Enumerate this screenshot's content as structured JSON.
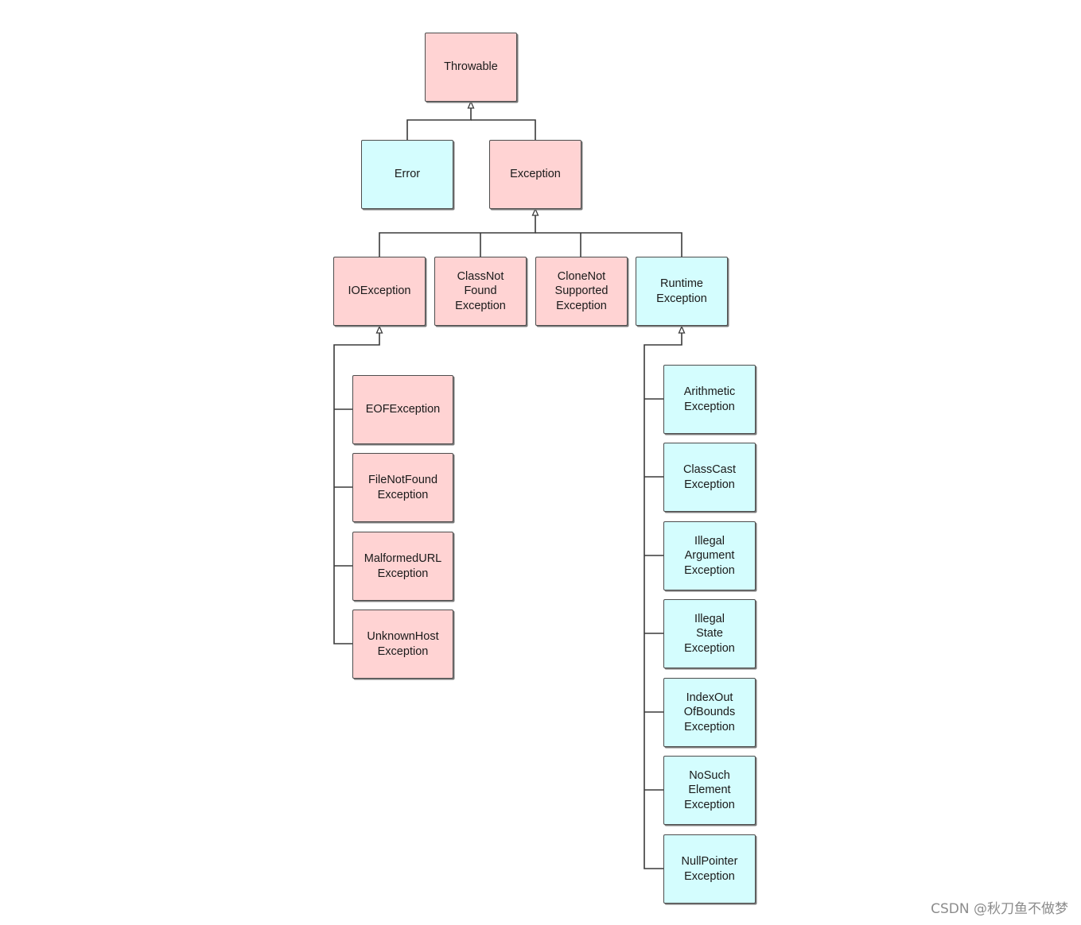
{
  "diagram": {
    "colors": {
      "checked_fill": "#ffd3d3",
      "unchecked_fill": "#d4fdfe",
      "line": "#3a3a3a"
    },
    "nodes": {
      "throwable": "Throwable",
      "error": "Error",
      "exception": "Exception",
      "ioexception": "IOException",
      "classnotfound": "ClassNot\nFound\nException",
      "clonenotsupported": "CloneNot\nSupported\nException",
      "runtime": "Runtime\nException",
      "eof": "EOFException",
      "filenotfound": "FileNotFound\nException",
      "malformedurl": "MalformedURL\nException",
      "unknownhost": "UnknownHost\nException",
      "arithmetic": "Arithmetic\nException",
      "classcast": "ClassCast\nException",
      "illegalargument": "Illegal\nArgument\nException",
      "illegalstate": "Illegal\nState\nException",
      "indexoutofbounds": "IndexOut\nOfBounds\nException",
      "nosuchelement": "NoSuch\nElement\nException",
      "nullpointer": "NullPointer\nException"
    }
  },
  "watermark": "CSDN @秋刀鱼不做梦"
}
